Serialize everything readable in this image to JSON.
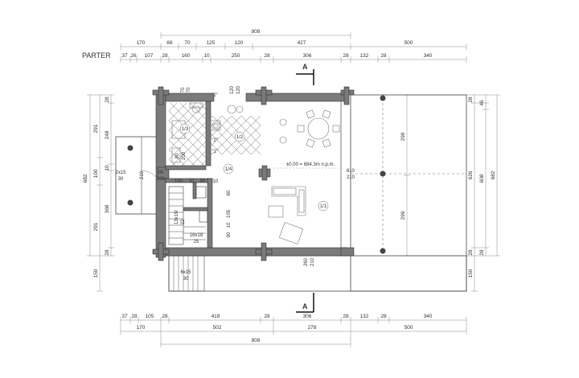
{
  "floor_label": "PARTER",
  "level_note": "±0.00 = 684.3m n.p.m.",
  "section_marker": "A",
  "rooms": {
    "r1": "1/1",
    "r2": "1/2",
    "r3": "1/3",
    "r4": "1/4"
  },
  "stairs": {
    "main_top": "13x19/",
    "main_sub": "22",
    "main_bottom": "16x18",
    "main_bottom_sub": "25",
    "entry": "2x15",
    "entry_sub": "30",
    "terrace": "6x15",
    "terrace_sub": "30"
  },
  "top_dims": {
    "row1": [
      "808"
    ],
    "row2": [
      "170",
      "66",
      "70",
      "125",
      "120",
      "427",
      "500"
    ],
    "row3": [
      "37",
      "26",
      "107",
      "28",
      "160",
      "10",
      "250",
      "28",
      "306",
      "28",
      "132",
      "28",
      "340"
    ]
  },
  "bottom_dims": {
    "row1": [
      "37",
      "28",
      "105",
      "28",
      "418",
      "28",
      "306",
      "28",
      "132",
      "28",
      "340"
    ],
    "row2": [
      "170",
      "502",
      "278",
      "500"
    ],
    "row3": [
      "808"
    ]
  },
  "left_dims": {
    "outer": [
      "682"
    ],
    "mid": [
      "291",
      "100",
      "291",
      "150"
    ],
    "inner": [
      "28",
      "248",
      "10",
      "368",
      "28"
    ]
  },
  "right_dims": {
    "col1": [
      "299",
      "299"
    ],
    "col2": [
      "28",
      "626",
      "28",
      "150"
    ],
    "col3": [
      "46",
      "608",
      "28"
    ],
    "col4": [
      "682"
    ]
  },
  "inner_dims": {
    "d_90": "90",
    "d_200": "200",
    "d_210": "210",
    "d_100": "100",
    "d_10": "10",
    "d_90b": "90",
    "d_10b": "10",
    "d_60": "60",
    "d_105": "105",
    "d_90c": "90",
    "d_10c": "10",
    "d_80": "80",
    "d_200b": "200",
    "d_610": "610",
    "d_210b": "210",
    "d_260": "260",
    "d_210c": "210",
    "d_70": "70",
    "d_70b": "70",
    "d_120": "120",
    "d_120b": "120",
    "d_2_top": "\"2\"",
    "d_2_mid": "\"2\"",
    "d_1": "\"1\""
  }
}
